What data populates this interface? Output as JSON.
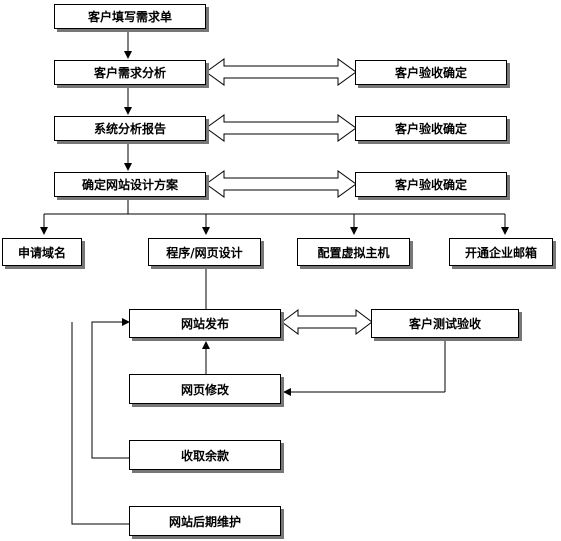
{
  "diagram": {
    "nodes": {
      "fill_request": "客户填写需求单",
      "req_analysis": "客户需求分析",
      "accept_1": "客户验收确定",
      "sys_analysis": "系统分析报告",
      "accept_2": "客户验收确定",
      "design_plan": "确定网站设计方案",
      "accept_3": "客户验收确定",
      "domain_apply": "申请域名",
      "program_design": "程序/网页设计",
      "virtual_host": "配置虚拟主机",
      "enterprise_mail": "开通企业邮箱",
      "site_publish": "网站发布",
      "test_accept": "客户测试验收",
      "page_modify": "网页修改",
      "collect_balance": "收取余款",
      "site_maintain": "网站后期维护"
    }
  }
}
